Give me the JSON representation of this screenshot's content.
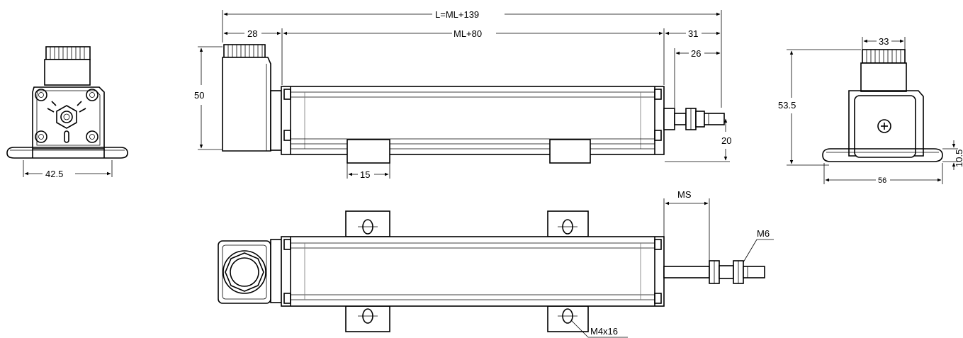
{
  "colors": {
    "line": "#000000",
    "background": "#ffffff"
  },
  "dimensions": {
    "total_length": "L=ML+139",
    "body_length": "ML+80",
    "connector_length": "28",
    "rod_end_length": "31",
    "rod_tip_length": "26",
    "height": "50",
    "rod_height": "20",
    "clamp_width": "15",
    "left_view_width": "42.5",
    "right_view_top_width": "33",
    "right_view_height": "53.5",
    "right_view_base_width": "56",
    "right_view_base_height": "10.5",
    "stroke": "MS",
    "thread": "M6",
    "screw": "M4x16"
  }
}
